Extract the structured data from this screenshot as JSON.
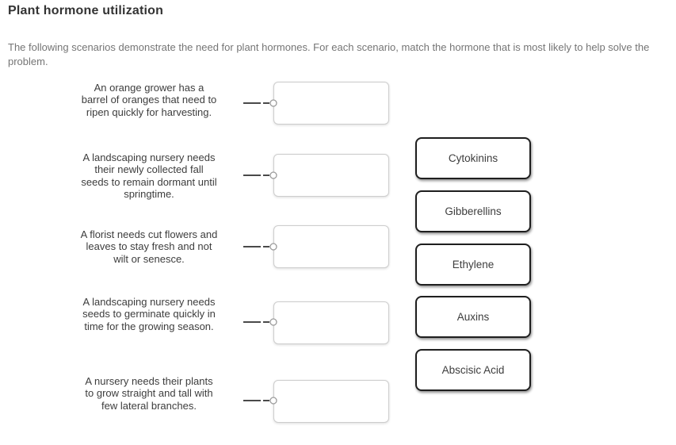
{
  "page": {
    "title": "Plant hormone utilization",
    "instructions": "The following scenarios demonstrate the need for plant hormones. For each scenario, match the hormone that is most likely to help solve the problem."
  },
  "scenarios": [
    {
      "lines": [
        "An orange grower has a",
        "barrel of oranges that need to",
        "ripen quickly for harvesting."
      ]
    },
    {
      "lines": [
        "A landscaping nursery needs",
        "their newly collected fall",
        "seeds to remain dormant until",
        "springtime."
      ]
    },
    {
      "lines": [
        "A florist needs cut flowers and",
        "leaves to stay fresh and not",
        "wilt or senesce."
      ]
    },
    {
      "lines": [
        "A landscaping nursery needs",
        "seeds to germinate quickly in",
        "time for the growing season."
      ]
    },
    {
      "lines": [
        "A nursery needs their plants",
        "to grow straight and tall with",
        "few lateral branches."
      ]
    }
  ],
  "options": [
    {
      "label": "Cytokinins"
    },
    {
      "label": "Gibberellins"
    },
    {
      "label": "Ethylene"
    },
    {
      "label": "Auxins"
    },
    {
      "label": "Abscisic Acid"
    }
  ],
  "colors": {
    "title_text": "#333333",
    "instructions_text": "#757575",
    "scenario_text": "#3d3d3d",
    "dropbox_border": "#cdcdcd",
    "card_border": "#1f1f1f",
    "connector_line": "#4a4a4a",
    "connector_circle_stroke": "#9b9b9b",
    "background": "#ffffff"
  }
}
